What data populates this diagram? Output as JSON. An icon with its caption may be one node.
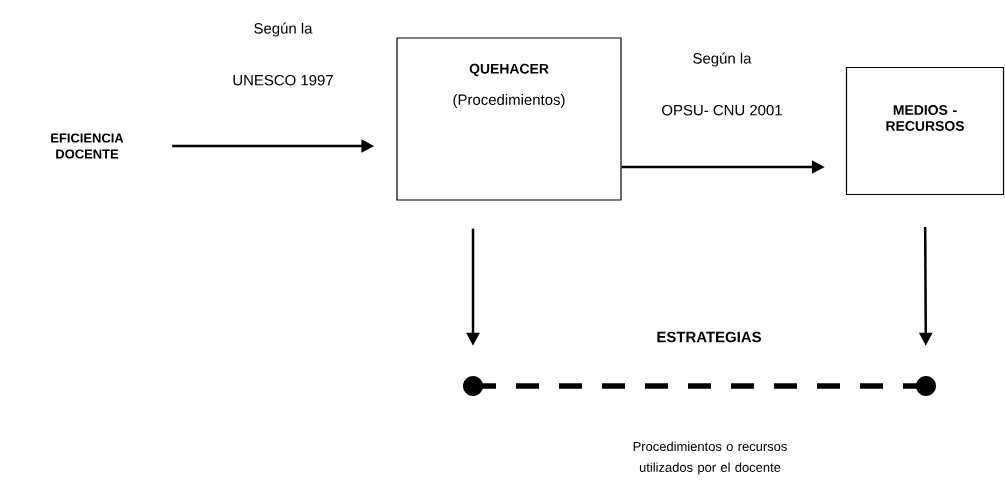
{
  "diagram": {
    "nodes": [
      {
        "text": [
          "EFICIENCIA DOCENTE"
        ]
      },
      {
        "text": [
          "QUEHACER",
          "(Procedimientos)"
        ]
      },
      {
        "text": [
          "MEDIOS - RECURSOS"
        ]
      },
      {
        "text": [],
        "shape": "circle"
      },
      {
        "text": [],
        "shape": "circle"
      }
    ],
    "edges": [
      {
        "from": 0,
        "to": 1,
        "arrow": "to",
        "label": "Según la UNESCO 1997"
      },
      {
        "from": 1,
        "to": 2,
        "arrow": "to",
        "label": "Según la OPSU- CNU 2001"
      },
      {
        "from": 1,
        "to": 3,
        "arrow": "to"
      },
      {
        "from": 2,
        "to": 4,
        "arrow": "to"
      },
      {
        "from": 3,
        "to": 4,
        "arrow": "none",
        "style": "dashed",
        "label": "ESTRATEGIAS"
      }
    ],
    "labels": [
      "Procedimientos o recursos utilizados por el docente"
    ]
  }
}
